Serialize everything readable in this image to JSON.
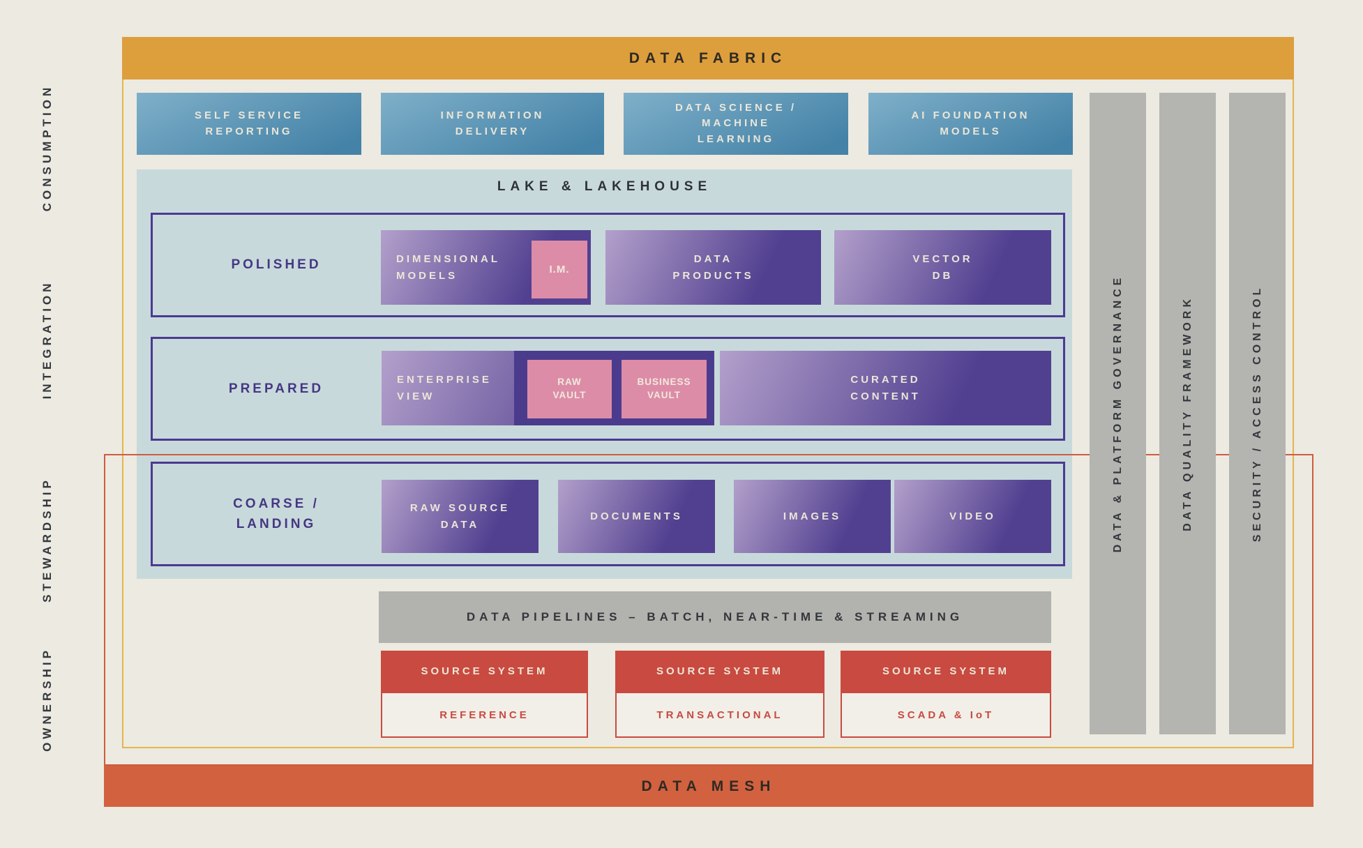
{
  "palette": {
    "page_bg": "#ECEAE1",
    "fabric_gold": "#DD9E3C",
    "fabric_outline": "#E5B54D",
    "mesh_orange": "#D2613F",
    "mesh_outline": "#CF5B3E",
    "blue_box": "#4482A7",
    "lake_panel": "#C8D9DB",
    "purple_border": "#4A3A91",
    "purple_box_dark": "#514090",
    "purple_box_light": "#B3A0CB",
    "pink_box": "#DD8CA7",
    "gray_bar": "#B2B2AE",
    "source_red": "#C94A40",
    "dark_text": "#30353A",
    "cream_text": "#EBE6D8"
  },
  "side_labels": [
    {
      "label": "CONSUMPTION"
    },
    {
      "label": "INTEGRATION"
    },
    {
      "label": "STEWARDSHIP"
    },
    {
      "label": "OWNERSHIP"
    }
  ],
  "data_fabric": {
    "label": "DATA FABRIC"
  },
  "data_mesh": {
    "label": "DATA MESH"
  },
  "consumption_boxes": [
    {
      "label": "SELF SERVICE\nREPORTING"
    },
    {
      "label": "INFORMATION\nDELIVERY"
    },
    {
      "label": "DATA SCIENCE /\nMACHINE\nLEARNING"
    },
    {
      "label": "AI FOUNDATION\nMODELS"
    }
  ],
  "lakehouse": {
    "title": "LAKE & LAKEHOUSE",
    "polished": {
      "label": "POLISHED",
      "dimensional_models": "DIMENSIONAL\nMODELS",
      "im": "I.M.",
      "data_products": "DATA\nPRODUCTS",
      "vector_db": "VECTOR\nDB"
    },
    "prepared": {
      "label": "PREPARED",
      "enterprise_view": "ENTERPRISE\nVIEW",
      "raw_vault": "RAW\nVAULT",
      "business_vault": "BUSINESS\nVAULT",
      "curated_content": "CURATED\nCONTENT"
    },
    "coarse": {
      "label": "COARSE /\nLANDING",
      "raw_source_data": "RAW SOURCE\nDATA",
      "documents": "DOCUMENTS",
      "images": "IMAGES",
      "video": "VIDEO"
    }
  },
  "pipelines": {
    "label": "DATA PIPELINES – BATCH, NEAR-TIME & STREAMING"
  },
  "source_systems": [
    {
      "header": "SOURCE SYSTEM",
      "type": "REFERENCE"
    },
    {
      "header": "SOURCE SYSTEM",
      "type": "TRANSACTIONAL"
    },
    {
      "header": "SOURCE SYSTEM",
      "type": "SCADA & IoT"
    }
  ],
  "governance_bars": [
    {
      "label": "DATA & PLATFORM GOVERNANCE"
    },
    {
      "label": "DATA QUALITY FRAMEWORK"
    },
    {
      "label": "SECURITY / ACCESS CONTROL"
    }
  ]
}
